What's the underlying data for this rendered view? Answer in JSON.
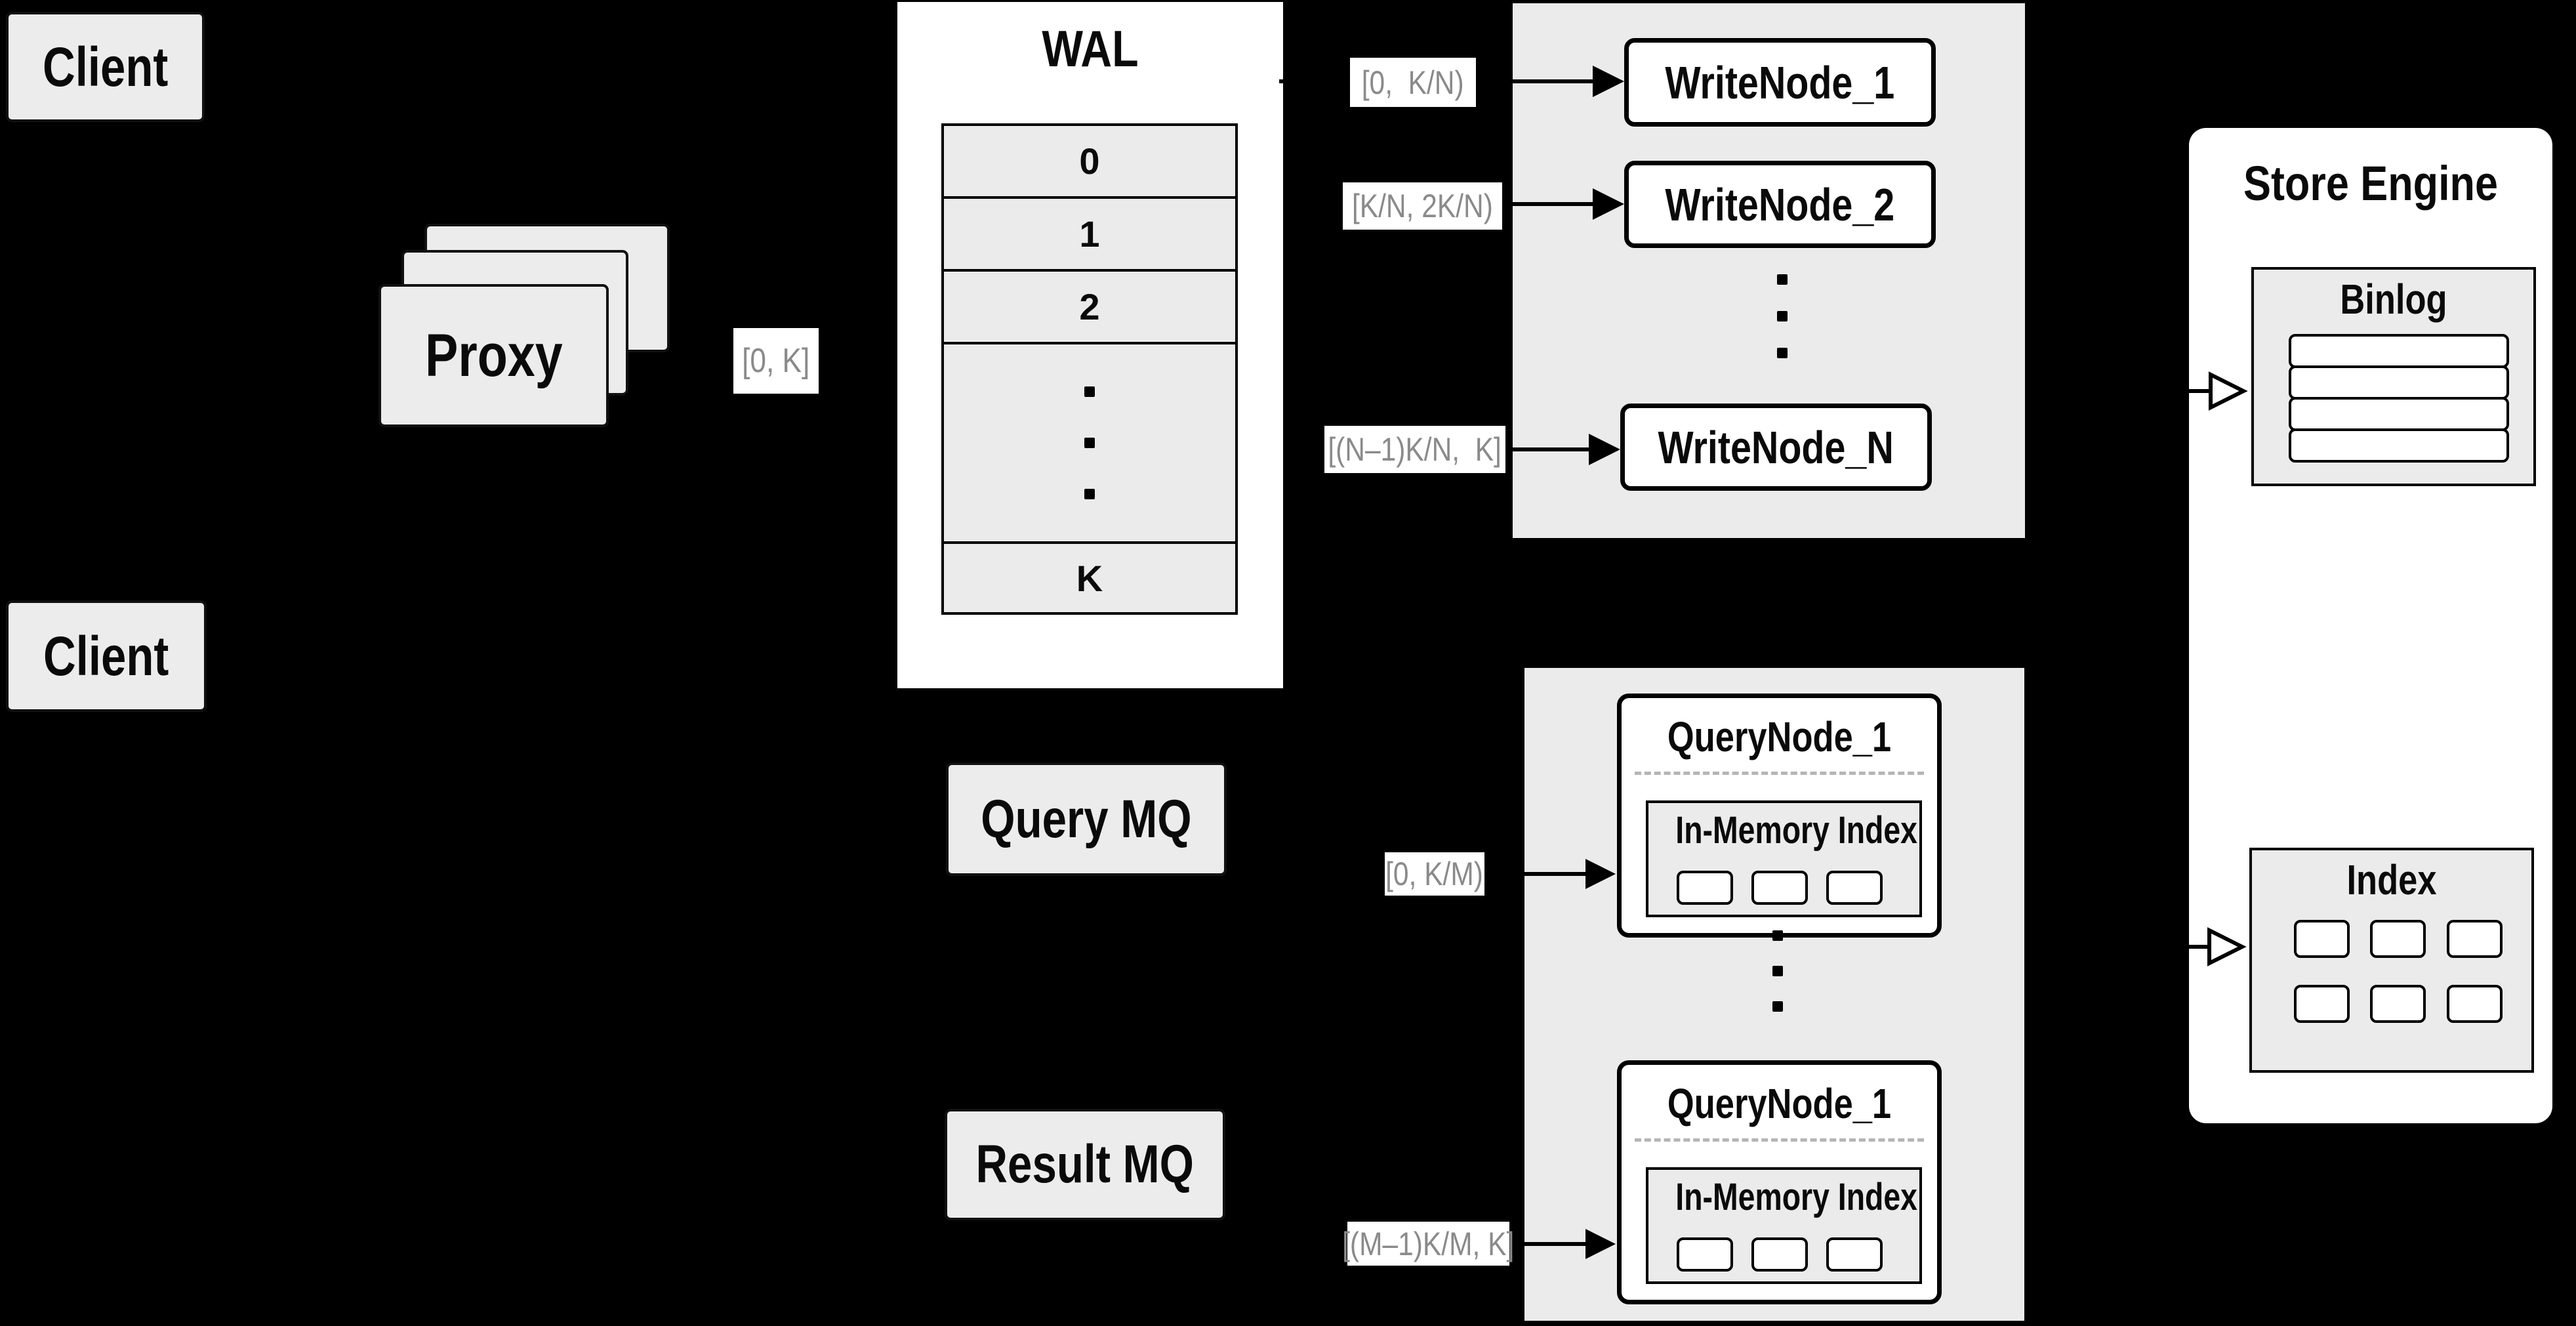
{
  "colors": {
    "background": "#000000",
    "panel_fill": "#ebebeb",
    "box_fill": "#ececec",
    "node_fill": "#ffffff",
    "line": "#000000",
    "range_text": "#8a8a8a",
    "dash": "#b5b5b5"
  },
  "client_top": {
    "label": "Client"
  },
  "client_bottom": {
    "label": "Client"
  },
  "proxy": {
    "label": "Proxy"
  },
  "proxy_range": "[0, K]",
  "wal": {
    "title": "WAL",
    "rows": [
      "0",
      "1",
      "2"
    ],
    "last_row": "K"
  },
  "write_nodes": {
    "nodes": [
      "WriteNode_1",
      "WriteNode_2",
      "WriteNode_N"
    ],
    "ranges": [
      "[0,  K/N)",
      "[K/N, 2K/N)",
      "[(N–1)K/N,  K]"
    ]
  },
  "store_engine": {
    "title": "Store Engine",
    "binlog_title": "Binlog",
    "index_title": "Index"
  },
  "query_mq": {
    "label": "Query MQ"
  },
  "result_mq": {
    "label": "Result MQ"
  },
  "query_nodes": {
    "node1_title": "QueryNode_1",
    "node2_title": "QueryNode_1",
    "inmem_title": "In-Memory Index",
    "ranges": [
      "[0, K/M)",
      "[(M–1)K/M, K]"
    ]
  }
}
